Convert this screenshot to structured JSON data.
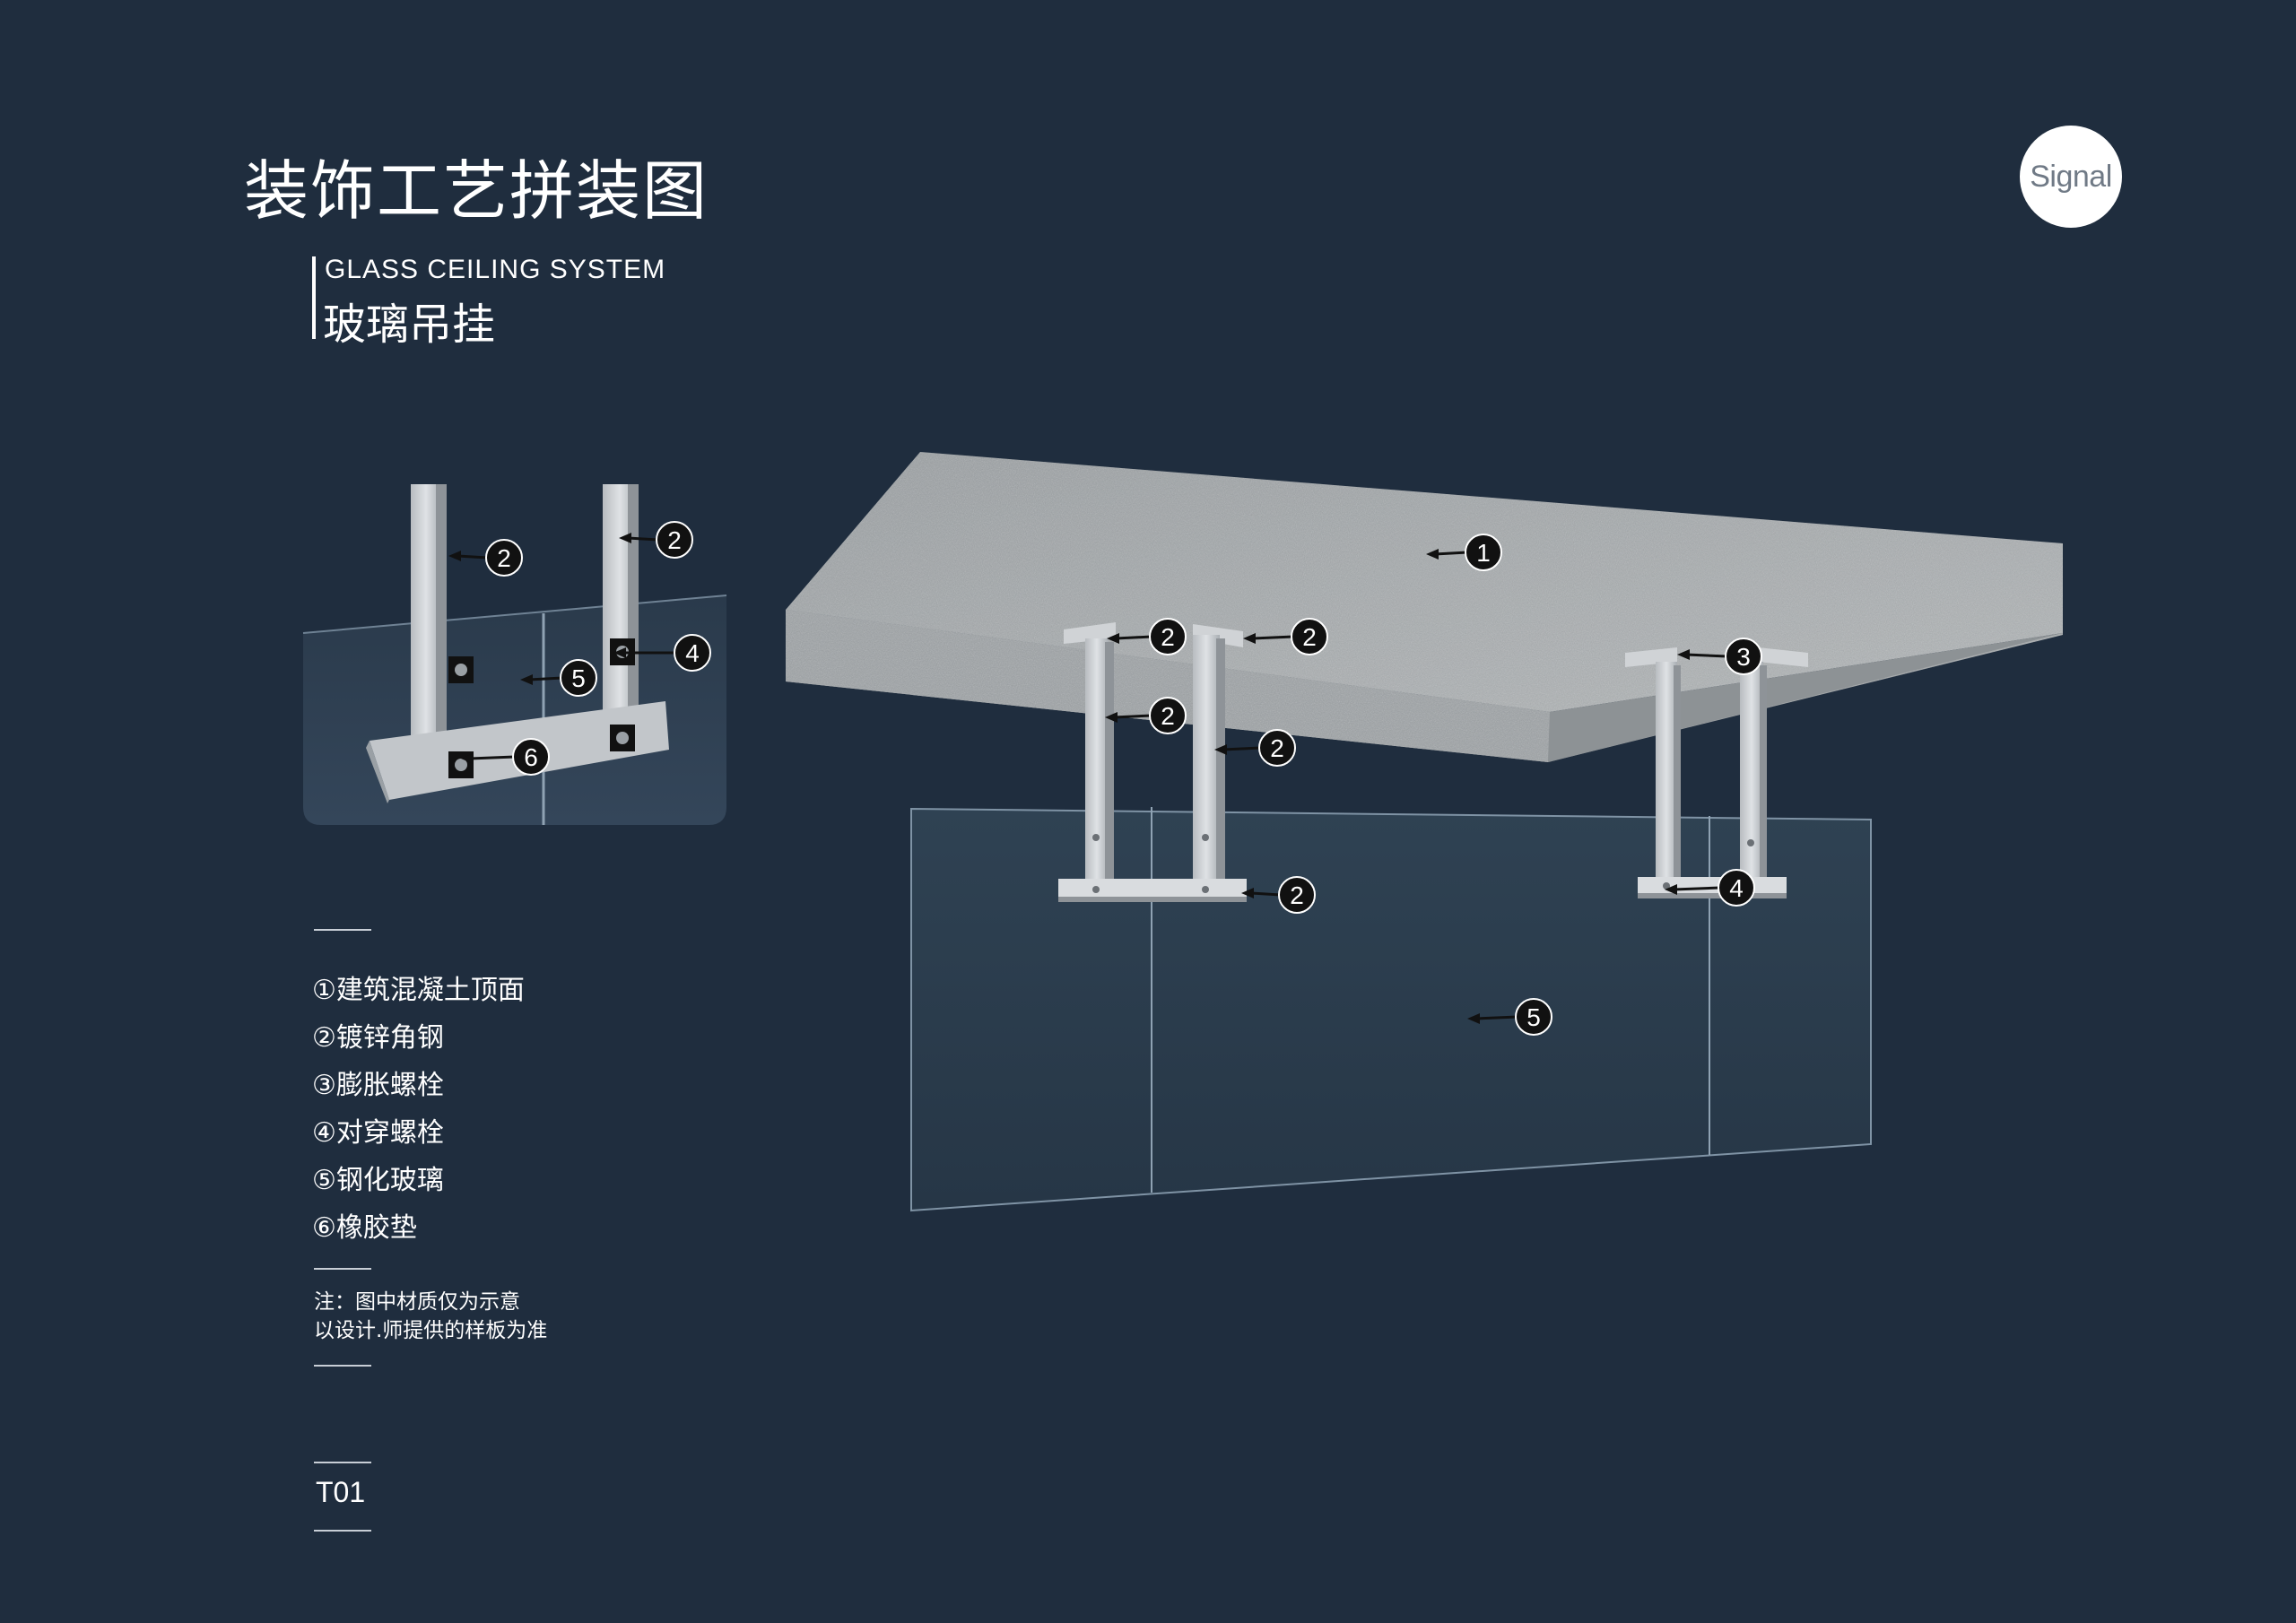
{
  "header": {
    "title": "装饰工艺拼装图",
    "subtitle_en": "GLASS  CEILING SYSTEM",
    "subtitle_cn": "玻璃吊挂",
    "logo_text": "Signal"
  },
  "legend": [
    "①建筑混凝土顶面",
    "②镀锌角钢",
    "③膨胀螺栓",
    "④对穿螺栓",
    "⑤钢化玻璃",
    "⑥橡胶垫"
  ],
  "note": {
    "line1": "注：图中材质仅为示意",
    "line2": "以设计.师提供的样板为准"
  },
  "page_code": "T01",
  "callouts": {
    "detail": [
      "2",
      "2",
      "4",
      "5",
      "6"
    ],
    "main": [
      "1",
      "2",
      "2",
      "2",
      "2",
      "2",
      "3",
      "4",
      "5"
    ]
  },
  "colors": {
    "background": "#1f2d3e",
    "concrete": "#a6aaac",
    "steel": "#c9ccd0",
    "glass": "#2d3f50",
    "callout": "#111111"
  }
}
